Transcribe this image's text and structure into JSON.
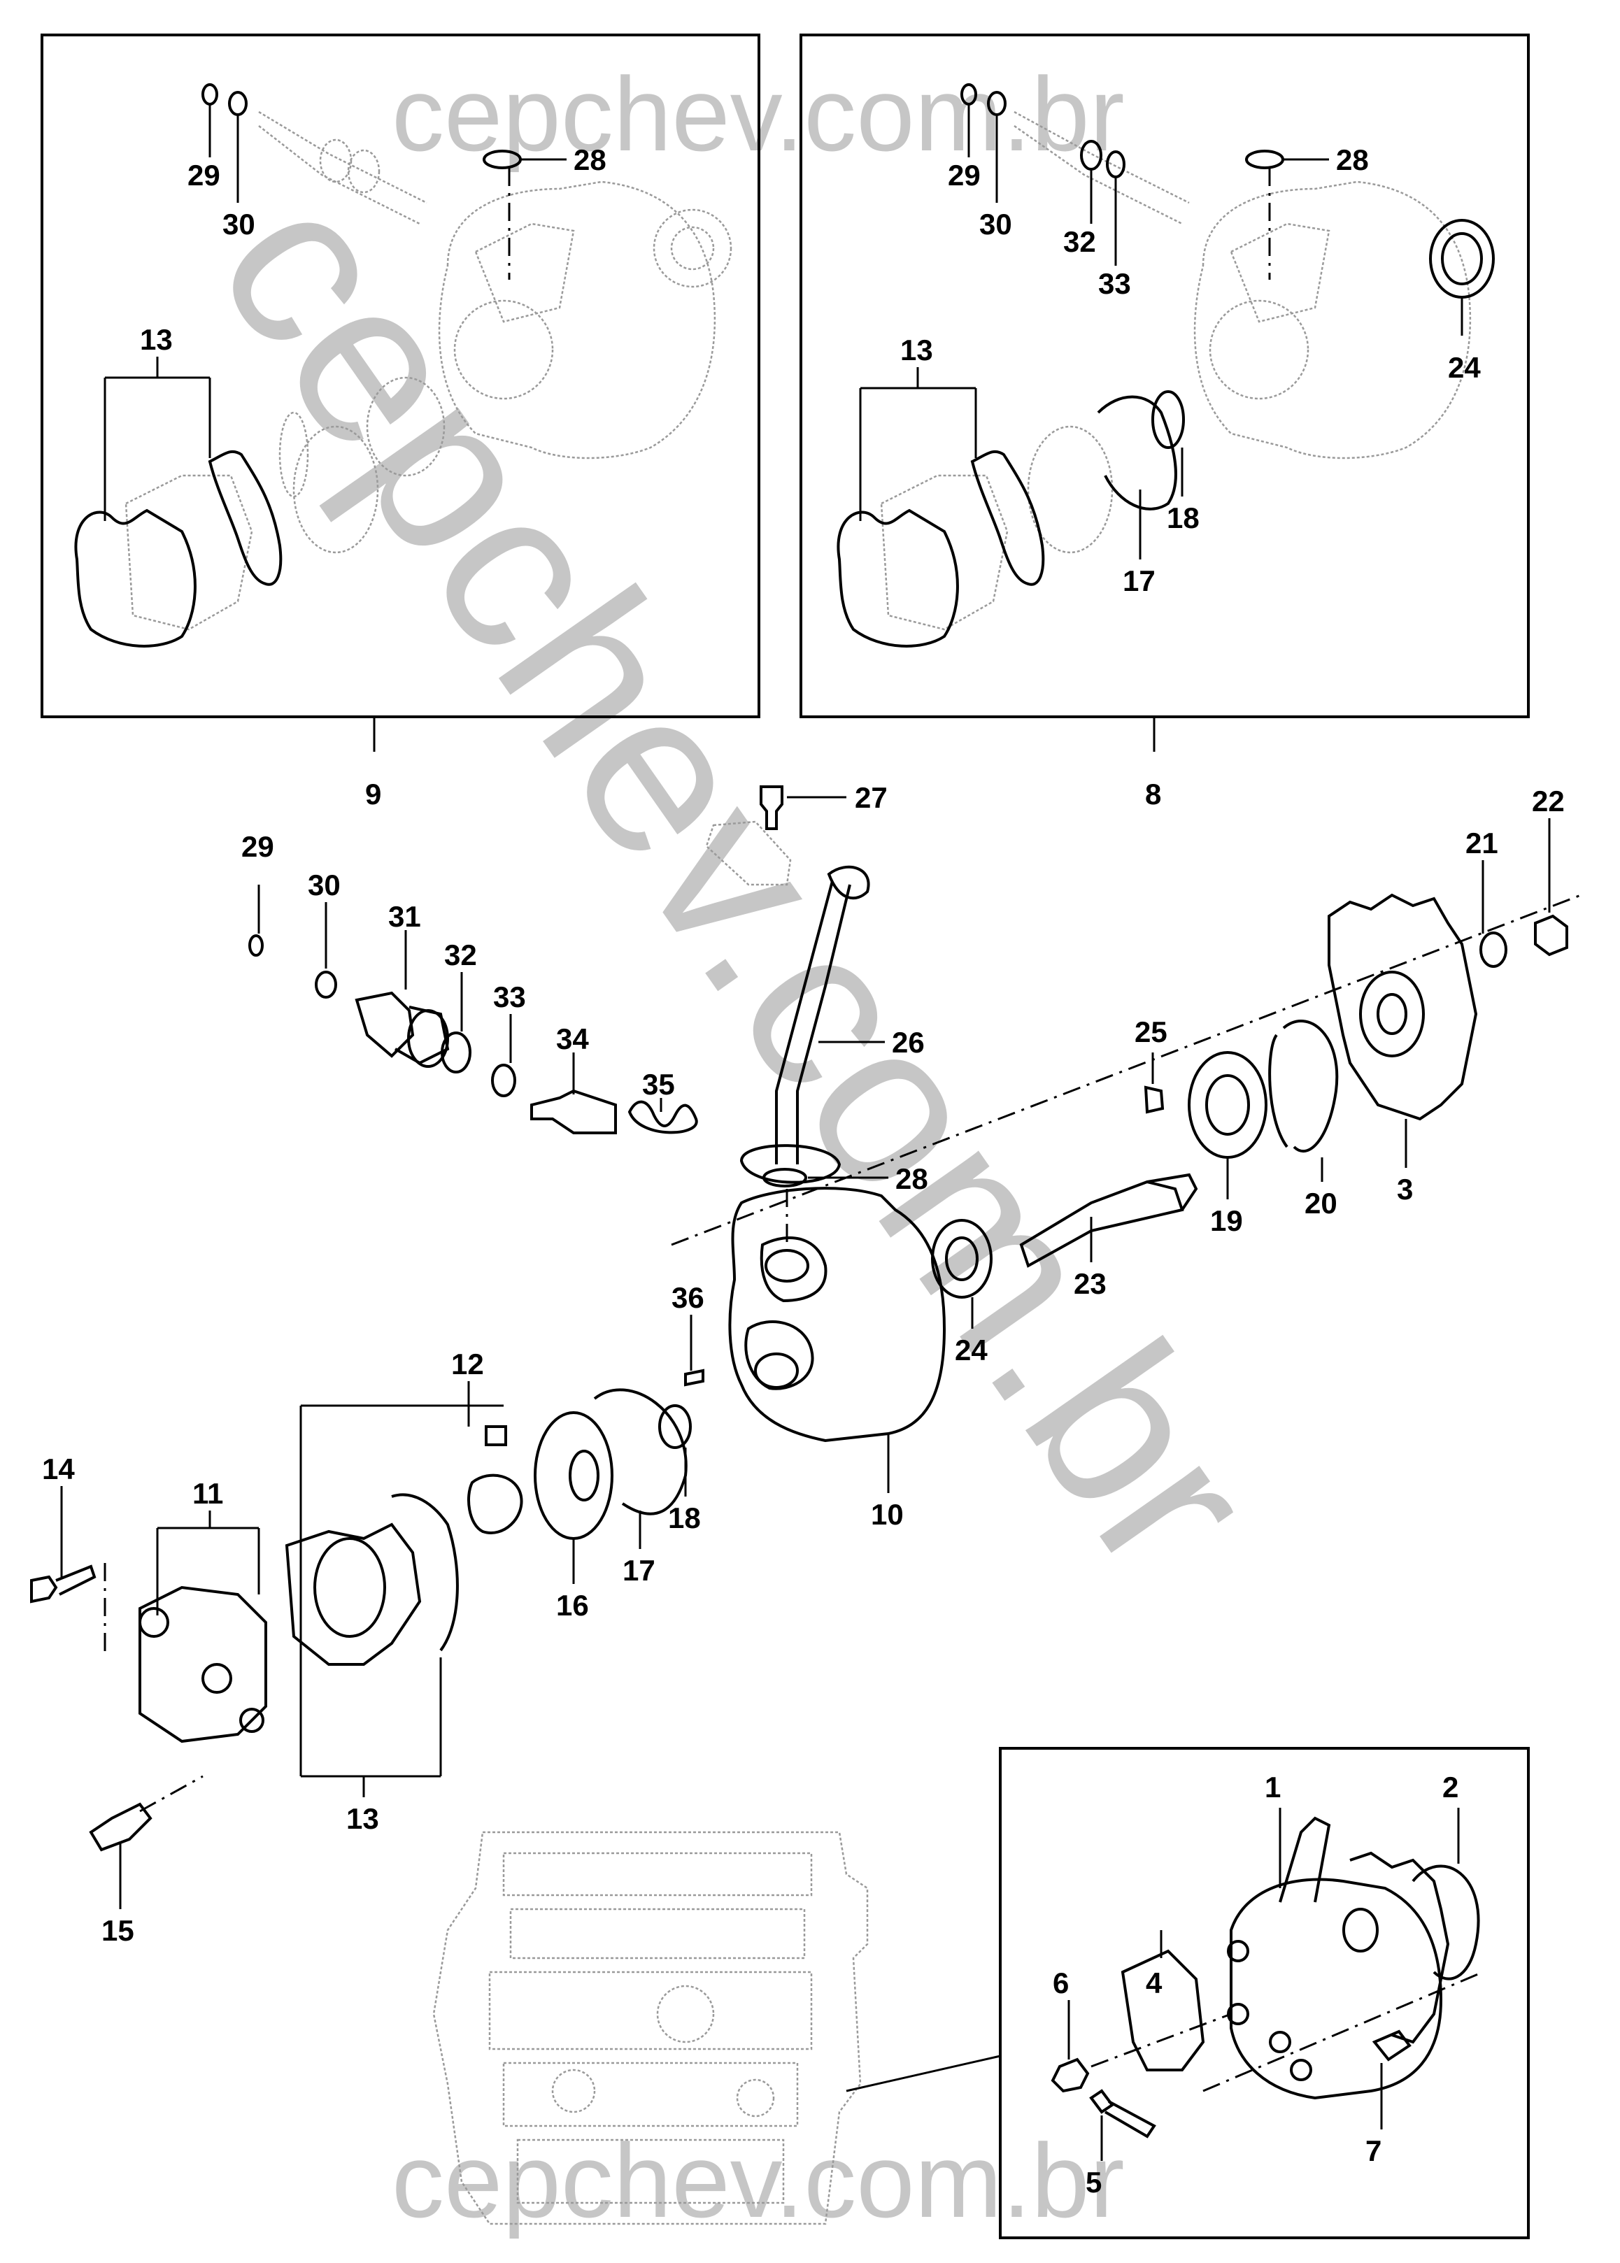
{
  "watermark": {
    "top": "cepchev.com.br",
    "bottom": "cepchev.com.br",
    "diagonal": "cepchev.com.br"
  },
  "callouts": {
    "inset9": [
      "29",
      "30",
      "28",
      "13"
    ],
    "inset8": [
      "29",
      "30",
      "32",
      "33",
      "28",
      "24",
      "13",
      "18",
      "17"
    ],
    "inset_refs": [
      "9",
      "8"
    ],
    "main": [
      "27",
      "29",
      "30",
      "31",
      "32",
      "33",
      "34",
      "35",
      "26",
      "28",
      "25",
      "21",
      "22",
      "19",
      "20",
      "3",
      "23",
      "24",
      "36",
      "10",
      "12",
      "11",
      "14",
      "16",
      "17",
      "18",
      "13",
      "15"
    ],
    "inset_bottom": [
      "1",
      "2",
      "6",
      "4",
      "5",
      "7"
    ]
  }
}
